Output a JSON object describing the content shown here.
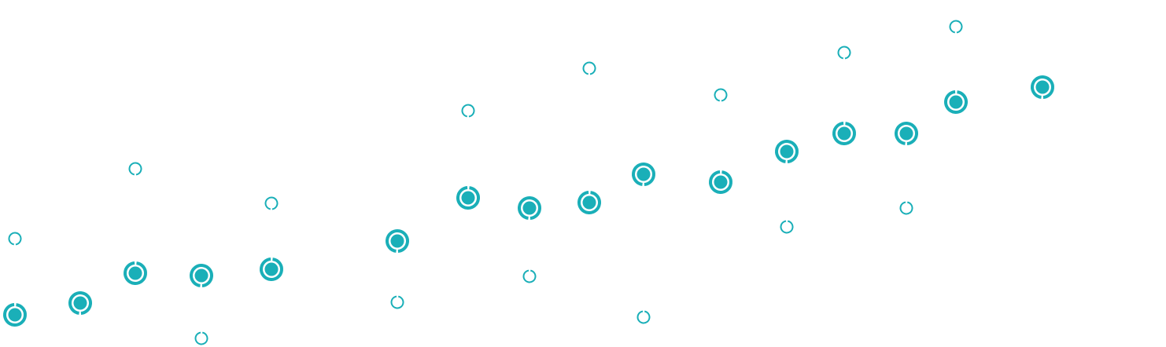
{
  "chart_data": {
    "type": "scatter",
    "title": "",
    "xlabel": "",
    "ylabel": "",
    "xlim": [
      0,
      148.2
    ],
    "ylim": [
      0,
      44.2
    ],
    "grid": false,
    "color": "#1aafb8",
    "points": [
      {
        "x": 1.9,
        "y": 4.1,
        "bound": 13.8
      },
      {
        "x": 10.2,
        "y": 5.6,
        "bound": null
      },
      {
        "x": 17.2,
        "y": 9.4,
        "bound": 22.7
      },
      {
        "x": 25.6,
        "y": 9.1,
        "bound": 1.1
      },
      {
        "x": 34.5,
        "y": 9.9,
        "bound": 18.3
      },
      {
        "x": 50.5,
        "y": 13.5,
        "bound": 5.7
      },
      {
        "x": 59.5,
        "y": 19.0,
        "bound": 30.1
      },
      {
        "x": 67.3,
        "y": 17.7,
        "bound": 9.0
      },
      {
        "x": 74.9,
        "y": 18.4,
        "bound": 35.5
      },
      {
        "x": 81.8,
        "y": 22.0,
        "bound": 3.8
      },
      {
        "x": 91.6,
        "y": 21.0,
        "bound": 32.1
      },
      {
        "x": 100.0,
        "y": 24.9,
        "bound": 15.3
      },
      {
        "x": 107.3,
        "y": 27.2,
        "bound": 37.5
      },
      {
        "x": 115.2,
        "y": 27.2,
        "bound": 17.7
      },
      {
        "x": 121.5,
        "y": 31.2,
        "bound": 40.8
      },
      {
        "x": 132.5,
        "y": 33.1,
        "bound": null
      }
    ]
  }
}
